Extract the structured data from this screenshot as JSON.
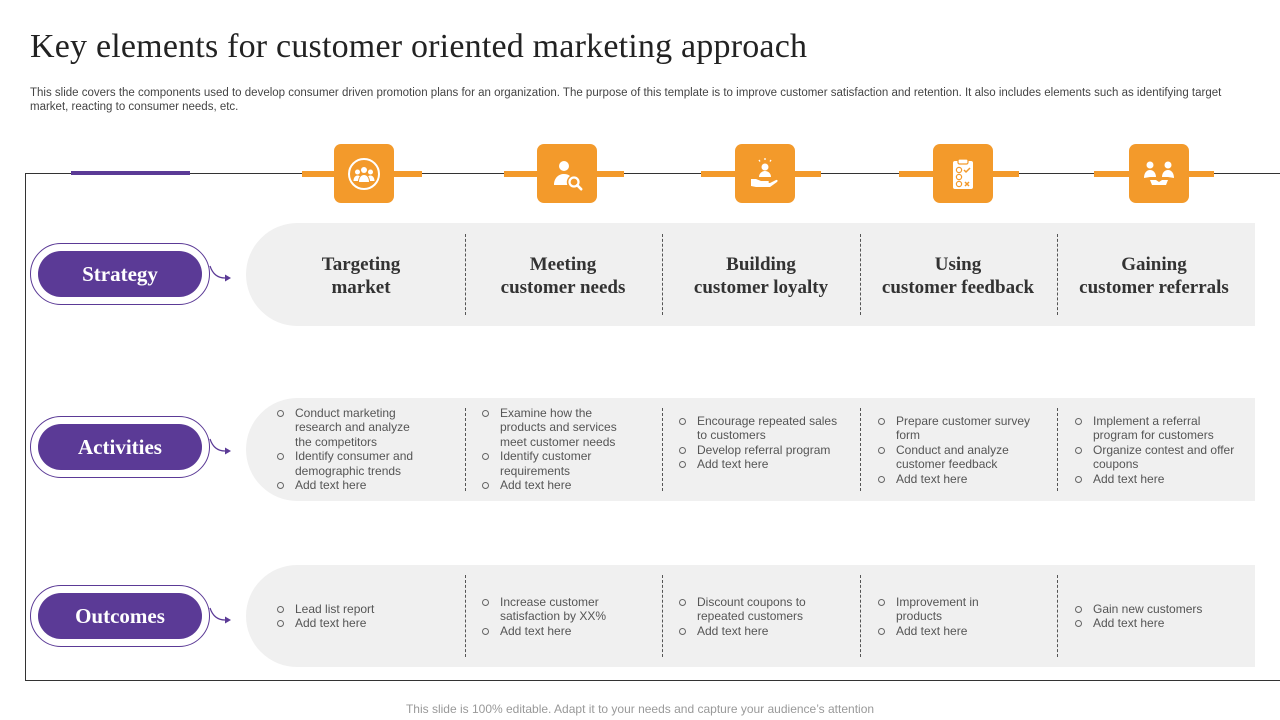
{
  "title": "Key elements for customer oriented marketing approach",
  "subtitle": "This slide covers the components used to develop consumer driven promotion plans for an organization. The purpose of this template is to improve customer satisfaction and retention. It also includes elements such as identifying target market, reacting to  consumer needs, etc.",
  "colors": {
    "accent": "#f39a2b",
    "brand": "#5b3a96",
    "band": "#f0f0f0"
  },
  "rows": {
    "strategy": "Strategy",
    "activities": "Activities",
    "outcomes": "Outcomes"
  },
  "columns": [
    {
      "icon": "team-circle-icon",
      "title_line1": "Targeting",
      "title_line2": "market",
      "activities": [
        "Conduct marketing research and analyze the competitors",
        "Identify consumer and demographic trends",
        "Add text here"
      ],
      "outcomes": [
        "Lead list report",
        "Add text here"
      ]
    },
    {
      "icon": "person-search-icon",
      "title_line1": "Meeting",
      "title_line2": "customer needs",
      "activities": [
        "Examine how the products and services meet customer needs",
        "Identify customer requirements",
        "Add text here"
      ],
      "outcomes": [
        "Increase customer satisfaction by XX%",
        "Add text here"
      ]
    },
    {
      "icon": "hand-person-icon",
      "title_line1": "Building",
      "title_line2": "customer loyalty",
      "activities": [
        "Encourage repeated sales to customers",
        "Develop referral program",
        "Add text here"
      ],
      "outcomes": [
        "Discount coupons to repeated customers",
        "Add text here"
      ]
    },
    {
      "icon": "feedback-clipboard-icon",
      "title_line1": "Using",
      "title_line2": "customer feedback",
      "activities": [
        "Prepare customer survey form",
        "Conduct and analyze customer feedback",
        "Add text here"
      ],
      "outcomes": [
        "Improvement in products",
        "Add text here"
      ]
    },
    {
      "icon": "handshake-people-icon",
      "title_line1": "Gaining",
      "title_line2": "customer referrals",
      "activities": [
        "Implement a referral program for customers",
        "Organize contest and offer coupons",
        "Add text here"
      ],
      "outcomes": [
        "Gain new customers",
        "Add text here"
      ]
    }
  ],
  "footer": "This slide is 100% editable. Adapt it to your needs and capture your audience’s attention"
}
